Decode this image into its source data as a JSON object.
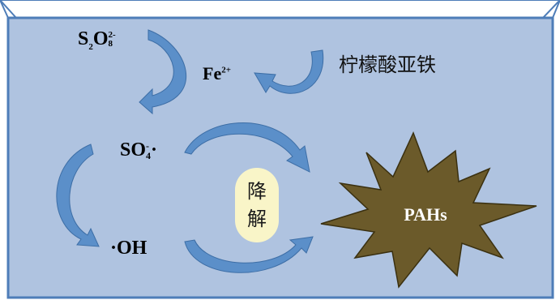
{
  "colors": {
    "frame_fill": "#afc3e0",
    "frame_stroke": "#4e7db8",
    "arrow_fill": "#5b8fc9",
    "arrow_stroke": "#3d6ea6",
    "star_fill": "#6b5a2a",
    "pill_fill": "#f9f5c8"
  },
  "labels": {
    "persulfate": {
      "s": "S",
      "s_sub": "2",
      "o": "O",
      "o_sub": "8",
      "o_sup": "2-"
    },
    "ferrous": {
      "base": "Fe",
      "sup": "2+"
    },
    "sulfate_radical": {
      "base": "SO",
      "sub": "4",
      "sup": "-",
      "dot": "·"
    },
    "hydroxyl_radical": "·OH",
    "iron_citrate": "柠檬酸亚铁",
    "degrade_char_1": "降",
    "degrade_char_2": "解",
    "pahs": "PAHs"
  },
  "icons": {
    "arrows": [
      "curved-arrow",
      "curved-arrow",
      "curved-arrow",
      "curved-arrow",
      "curved-arrow"
    ],
    "target": "starburst-shape"
  }
}
